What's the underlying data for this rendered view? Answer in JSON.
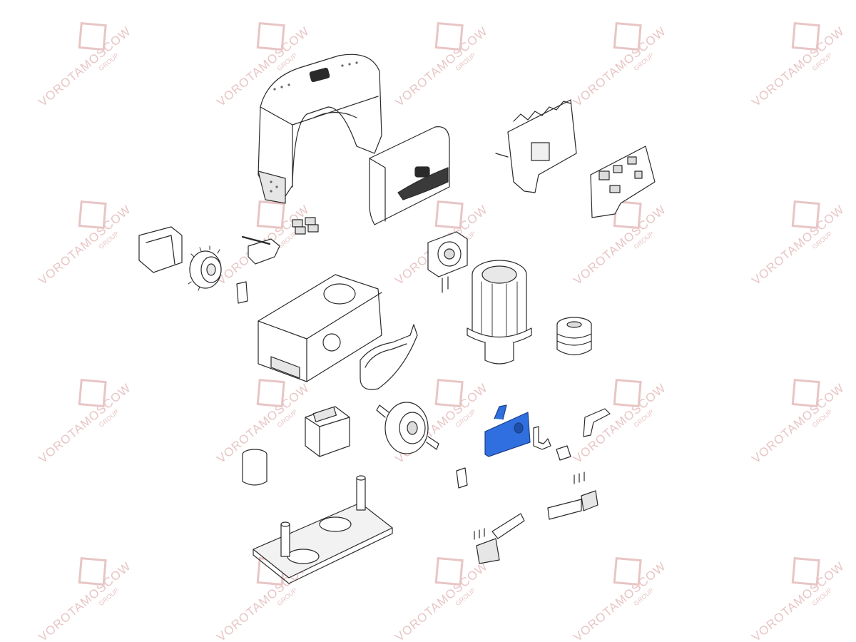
{
  "watermark": {
    "text": "VOROTAMOSCOW",
    "subtext": "GROUP",
    "color": "#e3b7b7"
  },
  "colors": {
    "line": "#2a2a2a",
    "fill": "#ffffff",
    "shade": "#dcdcdc",
    "highlight": "#2f6fe0"
  },
  "highlighted_part": "blue-cover-part"
}
